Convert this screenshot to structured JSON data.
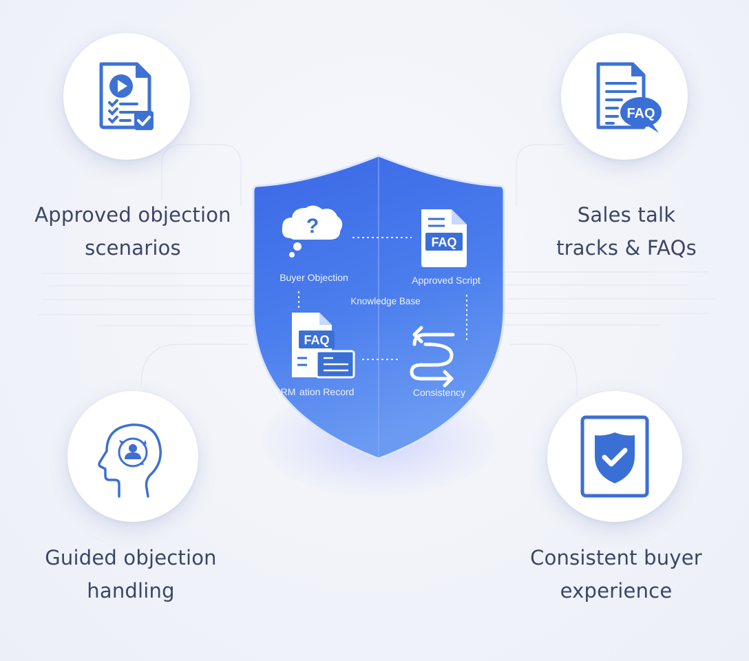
{
  "colors": {
    "accent": "#3b6fd9",
    "shield_top": "#3f6ee6",
    "shield_bottom": "#5e8ff0",
    "label_text": "#3b4566",
    "background": "#f2f4fa"
  },
  "features": [
    {
      "id": "approved-objection-scenarios",
      "icon": "checklist-video-document-icon",
      "line1": "Approved objection",
      "line2": "scenarios"
    },
    {
      "id": "sales-talk-tracks",
      "icon": "faq-document-icon",
      "line1": "Sales talk",
      "line2": "tracks & FAQs"
    },
    {
      "id": "guided-objection-handling",
      "icon": "head-person-cycle-icon",
      "line1": "Guided objection",
      "line2": "handling"
    },
    {
      "id": "consistent-buyer-experience",
      "icon": "shield-check-document-icon",
      "line1": "Consistent buyer",
      "line2": "experience"
    }
  ],
  "shield": {
    "center_label": "Knowledge Base",
    "nodes": [
      {
        "id": "buyer-objection",
        "icon": "question-cloud-icon",
        "label": "Buyer Objection"
      },
      {
        "id": "approved-script",
        "icon": "faq-document-icon",
        "label": "Approved Script",
        "badge": "FAQ"
      },
      {
        "id": "crm-record",
        "icon": "faq-record-icon",
        "label": "CRM  ation Record",
        "badge": "FAQ"
      },
      {
        "id": "consistency",
        "icon": "cycle-arrows-icon",
        "label": "Consistency"
      }
    ]
  },
  "icon_badges": {
    "faq": "FAQ"
  }
}
